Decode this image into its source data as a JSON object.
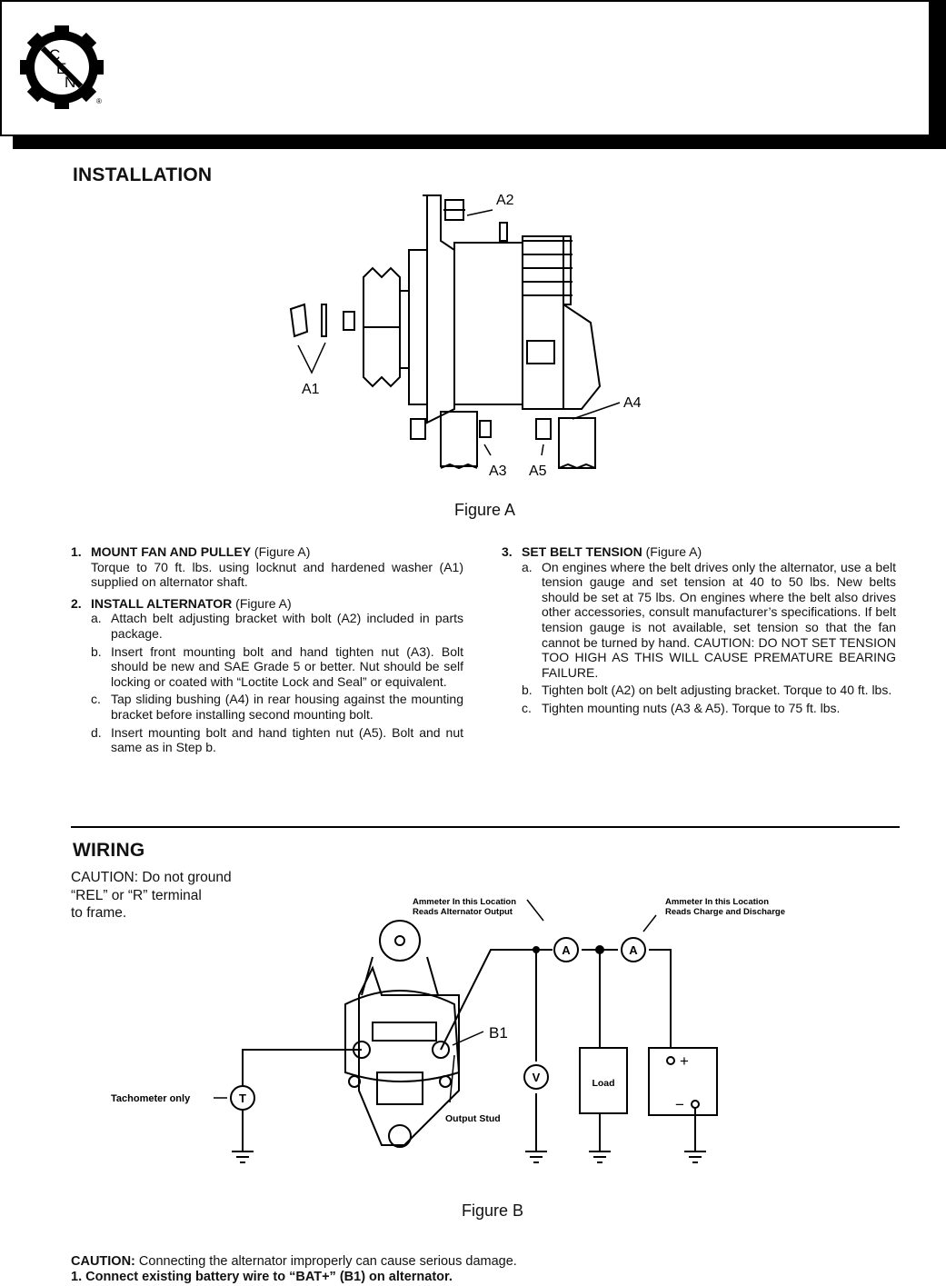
{
  "logo": {
    "letters": [
      "C",
      "E",
      "N"
    ],
    "mark": "®"
  },
  "installation": {
    "title": "INSTALLATION",
    "figure_caption": "Figure A",
    "figure_labels": {
      "a1": "A1",
      "a2": "A2",
      "a3": "A3",
      "a4": "A4",
      "a5": "A5"
    },
    "steps": [
      {
        "num": "1.",
        "title": "MOUNT FAN AND PULLEY",
        "ref": " (Figure A)",
        "body": "Torque to 70 ft. lbs. using locknut and hardened washer (A1) supplied on alternator shaft."
      },
      {
        "num": "2.",
        "title": "INSTALL ALTERNATOR",
        "ref": " (Figure A)",
        "items": [
          {
            "letter": "a.",
            "text": "Attach belt adjusting bracket with bolt (A2) included in parts package."
          },
          {
            "letter": "b.",
            "text": "Insert front mounting bolt and hand tighten nut (A3). Bolt should be new and SAE Grade 5 or better. Nut should be self locking or coated with “Loctite Lock and Seal” or equivalent."
          },
          {
            "letter": "c.",
            "text": "Tap sliding bushing (A4) in rear housing against the mounting bracket before installing second mounting bolt."
          },
          {
            "letter": "d.",
            "text": "Insert mounting bolt and hand tighten nut (A5). Bolt and nut same as in Step b."
          }
        ]
      },
      {
        "num": "3.",
        "title": "SET BELT TENSION",
        "ref": " (Figure A)",
        "items": [
          {
            "letter": "a.",
            "text": "On engines where the belt drives only the alternator, use a belt tension gauge and set tension at 40 to 50 lbs. New belts should be set at 75 lbs. On engines where the belt also drives other accessories, consult manufacturer’s specifications. If belt tension gauge is not available, set tension so that the fan cannot be turned by hand. CAUTION: DO NOT SET TENSION TOO HIGH AS THIS WILL CAUSE PREMATURE BEARING FAILURE."
          },
          {
            "letter": "b.",
            "text": "Tighten bolt (A2) on belt adjusting bracket. Torque to 40 ft. lbs."
          },
          {
            "letter": "c.",
            "text": "Tighten mounting nuts (A3 & A5). Torque to 75 ft. lbs."
          }
        ]
      }
    ]
  },
  "wiring": {
    "title": "WIRING",
    "caution_lines": [
      "CAUTION: Do not ground",
      "“REL” or “R” terminal",
      "to frame."
    ],
    "figure_caption": "Figure B",
    "labels": {
      "ammeter1_l1": "Ammeter In this Location",
      "ammeter1_l2": "Reads Alternator Output",
      "ammeter2_l1": "Ammeter In this Location",
      "ammeter2_l2": "Reads Charge and Discharge",
      "ammeter_symbol": "A",
      "voltmeter_symbol": "V",
      "tach_symbol": "T",
      "tach_label": "Tachometer only",
      "b1": "B1",
      "output_stud": "Output Stud",
      "load": "Load",
      "plus": "+",
      "minus": "−"
    }
  },
  "bottom": {
    "caution_label": "CAUTION:",
    "caution_text": " Connecting the alternator improperly can cause serious damage.",
    "step1": "1. Connect existing battery wire to “BAT+” (B1) on alternator."
  }
}
